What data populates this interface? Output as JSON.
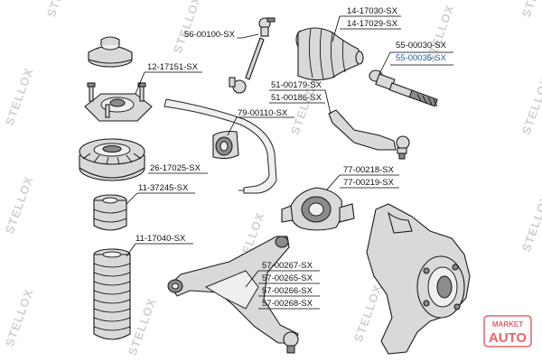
{
  "watermark": {
    "text": "STELLOX"
  },
  "labels": {
    "l_14_17030": "14-17030-SX",
    "l_14_17029": "14-17029-SX",
    "l_56_00100": "56-00100-SX",
    "l_55_00030": "55-00030-SX",
    "l_55_00035": "55-00035-SX",
    "l_12_17151": "12-17151-SX",
    "l_51_00179": "51-00179-SX",
    "l_51_00186": "51-00186-SX",
    "l_79_00110": "79-00110-SX",
    "l_26_17025": "26-17025-SX",
    "l_77_00218": "77-00218-SX",
    "l_77_00219": "77-00219-SX",
    "l_11_37245": "11-37245-SX",
    "l_11_17040": "11-17040-SX",
    "l_57_00267": "57-00267-SX",
    "l_57_00265": "57-00265-SX",
    "l_57_00266": "57-00266-SX",
    "l_57_00268": "57-00268-SX"
  },
  "logo": {
    "line1": "MARKET",
    "line2": "AUTO",
    "color": "#e2474f"
  },
  "colors": {
    "highlight": "#1d5fa8",
    "watermark": "#d0d0d0"
  }
}
